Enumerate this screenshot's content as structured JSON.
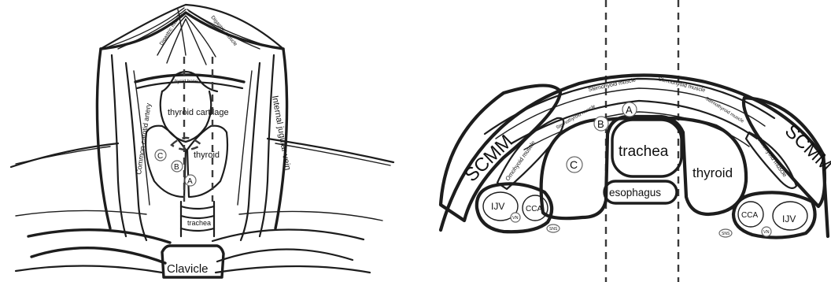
{
  "left": {
    "labels": {
      "digastric_left": "Digastric muscle",
      "digastric_right": "Digastric muscle",
      "hyoid": "hyoid bone",
      "thyroid_cartilage": "thyroid cartilage",
      "thyroid": "thyroid",
      "trachea": "trachea",
      "clavicle": "Clavicle",
      "common_carotid": "Common carotid artery",
      "internal_jugular": "Internal jugular vein"
    },
    "markers": [
      "C",
      "B",
      "A"
    ]
  },
  "right": {
    "labels": {
      "scmm_left": "SCMM",
      "scmm_right": "SCMM",
      "trachea": "trachea",
      "esophagus": "esophagus",
      "thyroid": "thyroid",
      "ijv_left": "IJV",
      "cca_left": "CCA",
      "vn_left": "VN",
      "ijv_right": "IJV",
      "cca_right": "CCA",
      "vn_right": "VN",
      "sns_left": "SNS",
      "sns_right": "SNS",
      "omohyoid_left": "Omohyoid muscle",
      "omohyoid_right": "Omohyoid muscle",
      "sternohyoid_left": "Sternohyoid muscle",
      "sternohyoid_right": "Sternohyoid muscle",
      "sternothyroid_left": "Sternothyroid muscle",
      "sternothyroid_right": "Sternothyroid muscle"
    },
    "markers": [
      "A",
      "B",
      "C"
    ]
  }
}
